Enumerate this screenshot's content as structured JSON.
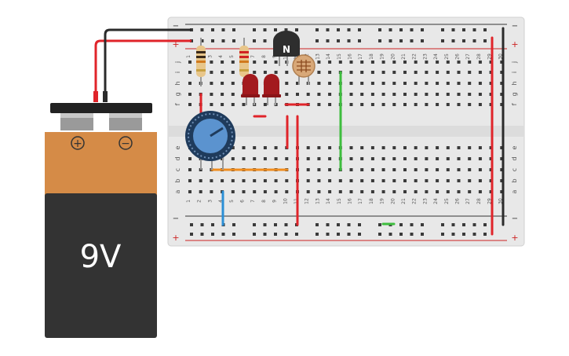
{
  "battery": {
    "voltage_label": "9V",
    "plus_symbol": "+",
    "minus_symbol": "−"
  },
  "breadboard": {
    "columns": [
      "1",
      "2",
      "3",
      "4",
      "5",
      "6",
      "7",
      "8",
      "9",
      "10",
      "11",
      "12",
      "13",
      "14",
      "15",
      "16",
      "17",
      "18",
      "19",
      "20",
      "21",
      "22",
      "23",
      "24",
      "25",
      "26",
      "27",
      "28",
      "29",
      "30"
    ],
    "rows_top": [
      "j",
      "i",
      "h",
      "g",
      "f"
    ],
    "rows_bottom": [
      "e",
      "d",
      "c",
      "b",
      "a"
    ],
    "rail_minus": "−",
    "rail_plus": "+"
  },
  "transistor": {
    "label": "N"
  },
  "colors": {
    "wire_red": "#e0242a",
    "wire_black": "#2b2b2b",
    "wire_green": "#3dbd3d",
    "wire_blue": "#2b8fd6",
    "wire_orange": "#f08c1e",
    "led_red": "#a31a1e",
    "battery_top": "#d58b47",
    "battery_bottom": "#333333",
    "board": "#e9e9e9"
  }
}
